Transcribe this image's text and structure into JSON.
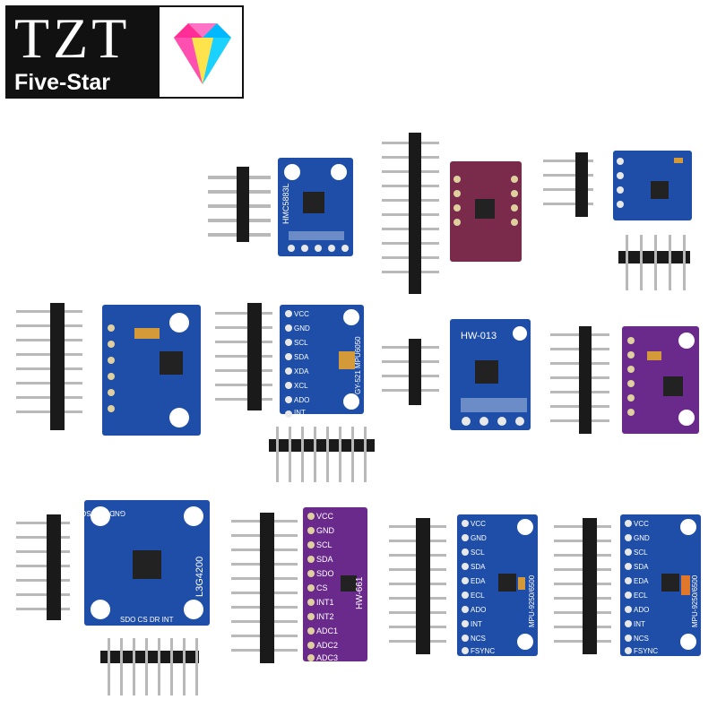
{
  "brand": {
    "main_text": "TZT",
    "sub_text": "Five-Star"
  },
  "boards": {
    "hmc5883": {
      "name": "HMC5883L"
    },
    "hw013": {
      "name": "HW-013"
    },
    "gy521": {
      "name": "GY-521 MPU6050",
      "pins": [
        "VCC",
        "GND",
        "SCL",
        "SDA",
        "XDA",
        "XCL",
        "ADO",
        "INT"
      ]
    },
    "l3g4200": {
      "name": "L3G4200",
      "top_pins": "GND SDA SCL VCC",
      "bottom_pins": "SDO CS DR INT"
    },
    "hw661": {
      "name": "HW-661",
      "pins": [
        "VCC",
        "GND",
        "SCL",
        "SDA",
        "SDO",
        "CS",
        "INT1",
        "INT2",
        "ADC1",
        "ADC2",
        "ADC3"
      ]
    },
    "mpu9250_a": {
      "name": "MPU-9250/6500",
      "pins": [
        "VCC",
        "GND",
        "SCL",
        "SDA",
        "EDA",
        "ECL",
        "ADO",
        "INT",
        "NCS",
        "FSYNC"
      ]
    },
    "mpu9250_b": {
      "name": "MPU-9250/6500",
      "pins": [
        "VCC",
        "GND",
        "SCL",
        "SDA",
        "EDA",
        "ECL",
        "ADO",
        "INT",
        "NCS",
        "FSYNC"
      ]
    }
  },
  "colors": {
    "pcb_blue": "#1f4ea8",
    "pcb_purple": "#6a2a8c",
    "pcb_maroon": "#7a2a4a",
    "pin_black": "#1a1a1a",
    "pin_metal": "#b9b9b9"
  }
}
